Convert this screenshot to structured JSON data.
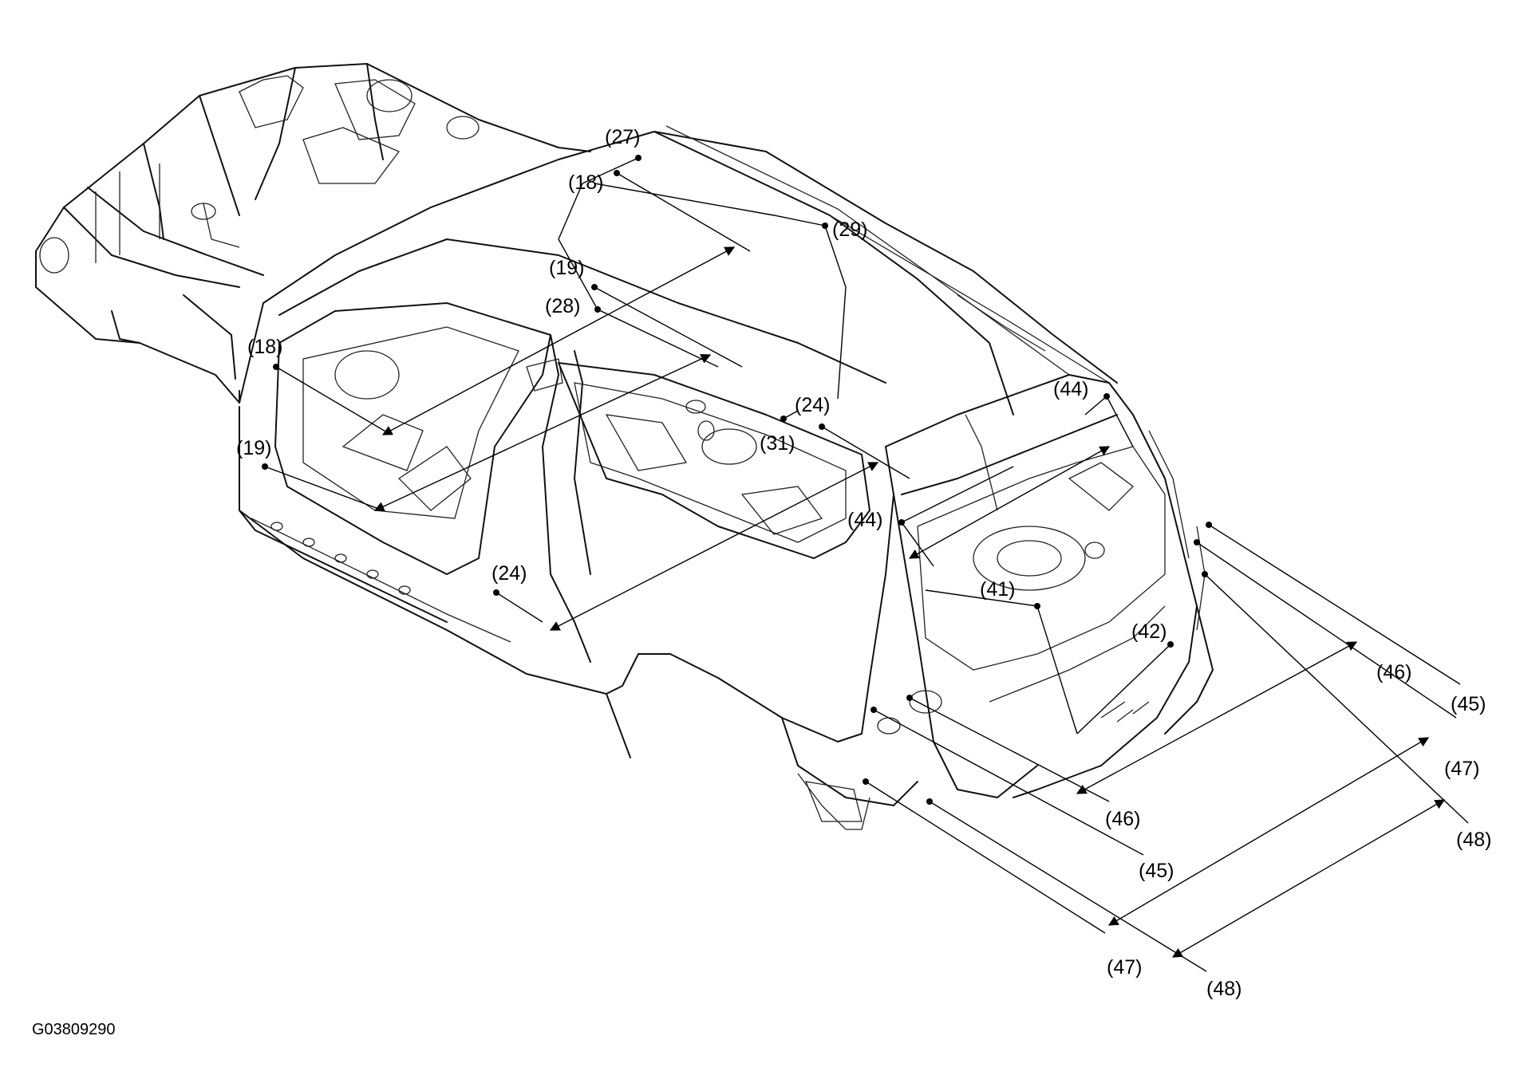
{
  "figure": {
    "id_code": "G03809290"
  },
  "callouts": [
    {
      "key": "c27",
      "label": "(27)"
    },
    {
      "key": "c18a",
      "label": "(18)"
    },
    {
      "key": "c29",
      "label": "(29)"
    },
    {
      "key": "c19a",
      "label": "(19)"
    },
    {
      "key": "c28",
      "label": "(28)"
    },
    {
      "key": "c18b",
      "label": "(18)"
    },
    {
      "key": "c24a",
      "label": "(24)"
    },
    {
      "key": "c44a",
      "label": "(44)"
    },
    {
      "key": "c31",
      "label": "(31)"
    },
    {
      "key": "c19b",
      "label": "(19)"
    },
    {
      "key": "c44b",
      "label": "(44)"
    },
    {
      "key": "c24b",
      "label": "(24)"
    },
    {
      "key": "c41",
      "label": "(41)"
    },
    {
      "key": "c42",
      "label": "(42)"
    },
    {
      "key": "c46a",
      "label": "(46)"
    },
    {
      "key": "c45a",
      "label": "(45)"
    },
    {
      "key": "c47a",
      "label": "(47)"
    },
    {
      "key": "c46b",
      "label": "(46)"
    },
    {
      "key": "c48a",
      "label": "(48)"
    },
    {
      "key": "c45b",
      "label": "(45)"
    },
    {
      "key": "c47b",
      "label": "(47)"
    },
    {
      "key": "c48b",
      "label": "(48)"
    }
  ]
}
